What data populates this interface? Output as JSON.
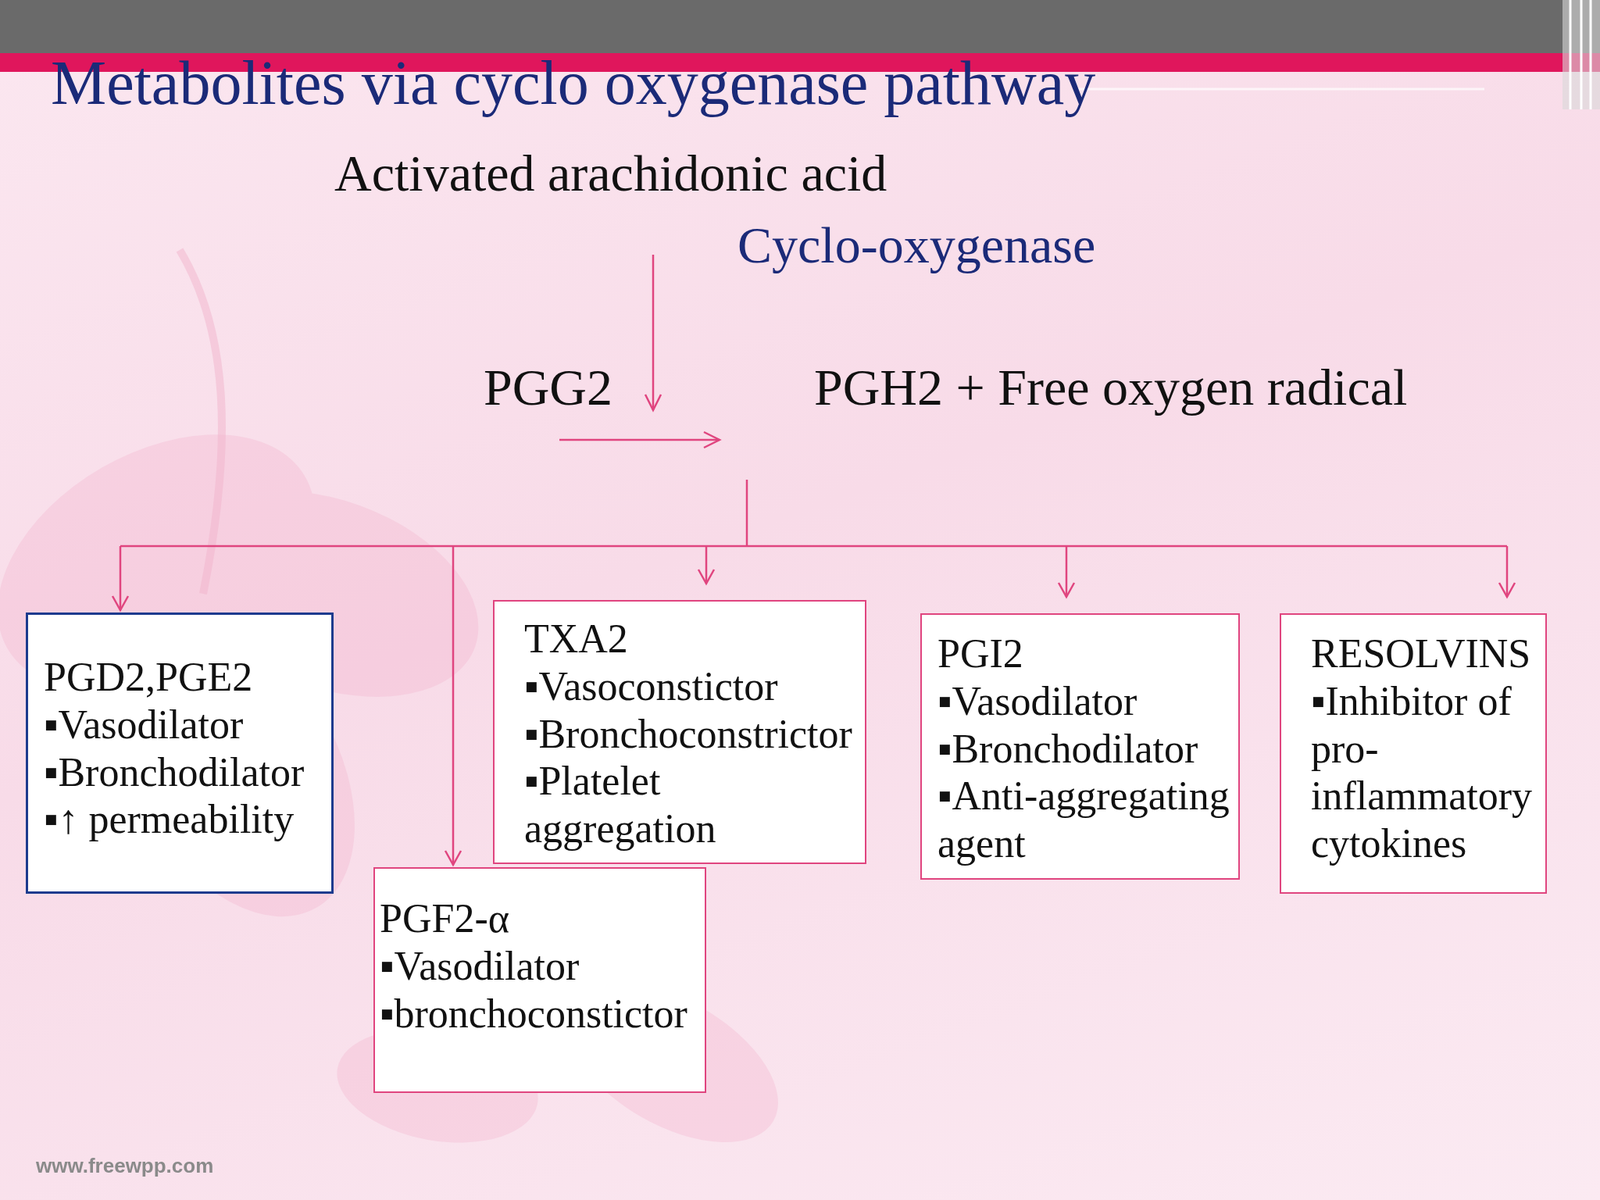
{
  "diagram": {
    "title": "Metabolites via cyclo oxygenase pathway",
    "nodes": [
      {
        "text": [
          "PGD2,PGE2",
          "▪Vasodilator",
          "▪Bronchodilator",
          "▪↑ permeability"
        ]
      },
      {
        "text": [
          "TXA2",
          "▪Vasoconstictor",
          "▪Bronchoconstrictor",
          "▪Platelet aggregation"
        ]
      },
      {
        "text": [
          "PGI2",
          "▪Vasodilator",
          "▪Bronchodilator",
          "▪Anti-aggregating agent"
        ]
      },
      {
        "text": [
          "RESOLVINS",
          "▪Inhibitor of pro-inflammatory cytokines"
        ]
      },
      {
        "text": [
          "PGF2-α",
          "▪Vasodilator",
          "▪bronchoconstictor"
        ]
      }
    ],
    "labels": [
      "Activated arachidonic acid",
      "Cyclo-oxygenase",
      "PGG2",
      "PGH2 + Free oxygen radical",
      "www.freewpp.com"
    ]
  }
}
